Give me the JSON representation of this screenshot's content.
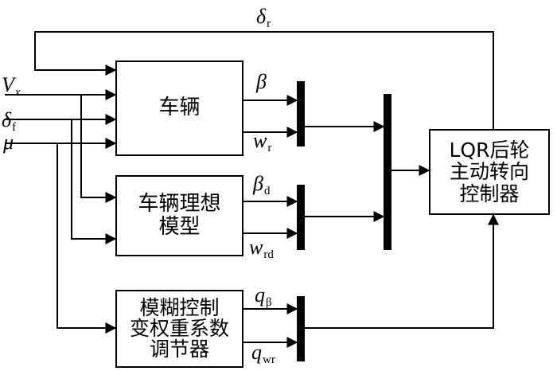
{
  "blocks": {
    "vehicle": "车辆",
    "ideal_model": "车辆理想\n模型",
    "fuzzy": "模糊控制\n变权重系数\n调节器",
    "lqr": "LQR后轮\n主动转向\n控制器"
  },
  "inputs": {
    "vx": {
      "main": "V",
      "sub": "x"
    },
    "delta_f": {
      "main": "δ",
      "sub": "f"
    },
    "mu": {
      "main": "μ",
      "sub": ""
    }
  },
  "signals": {
    "delta_r": {
      "main": "δ",
      "sub": "r"
    },
    "beta": {
      "main": "β",
      "sub": ""
    },
    "wr": {
      "main": "w",
      "sub": "r"
    },
    "beta_d": {
      "main": "β",
      "sub": "d"
    },
    "wrd": {
      "main": "w",
      "sub": "rd"
    },
    "q_beta": {
      "main": "q",
      "sub": "β"
    },
    "q_wr": {
      "main": "q",
      "sub": "wr"
    }
  }
}
